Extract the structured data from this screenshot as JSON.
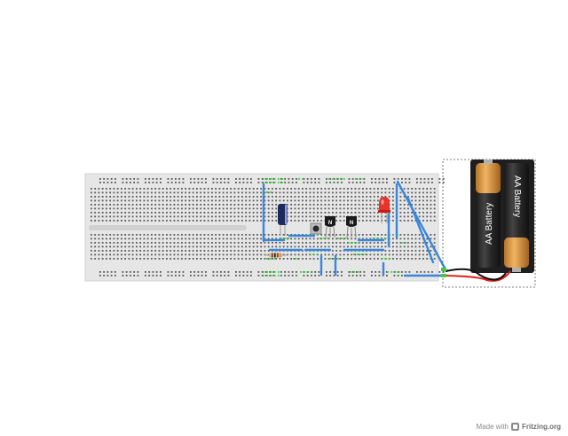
{
  "battery_pack": {
    "cell_labels": [
      "AA Battery",
      "AA Battery"
    ]
  },
  "colors": {
    "breadboard": "#e4e4e4",
    "hole": "#575757",
    "hole_connected": "#3ad13a",
    "wire": "#3a86d8",
    "battery_red_lead": "#e02020",
    "battery_black_lead": "#111111",
    "led": "#e8332a",
    "capacitor": "#1c2a5e",
    "transistor": "#1a1a1a"
  },
  "components": {
    "transistor_marks": [
      "N",
      "N"
    ]
  },
  "footer": {
    "made_with": "Made with",
    "brand": "Fritzing.org"
  }
}
